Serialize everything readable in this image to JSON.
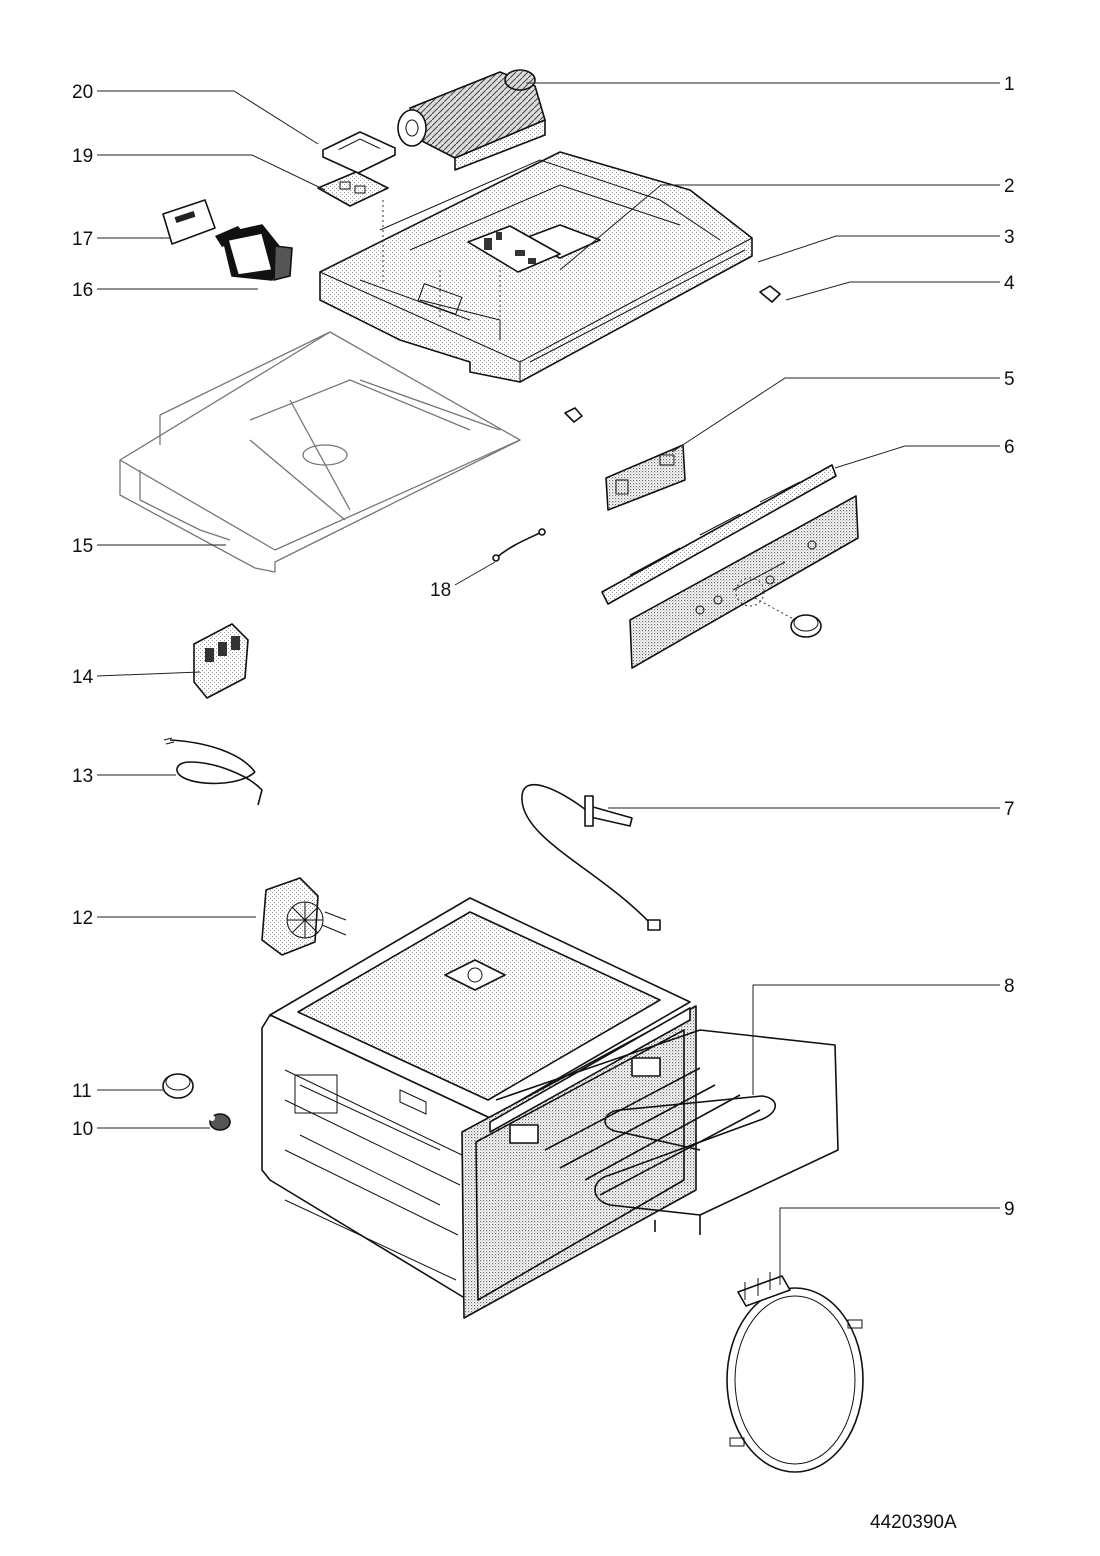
{
  "drawing_code": "4420390A",
  "callouts": [
    {
      "id": "c1",
      "label": "1"
    },
    {
      "id": "c2",
      "label": "2"
    },
    {
      "id": "c3",
      "label": "3"
    },
    {
      "id": "c4",
      "label": "4"
    },
    {
      "id": "c5",
      "label": "5"
    },
    {
      "id": "c6",
      "label": "6"
    },
    {
      "id": "c7",
      "label": "7"
    },
    {
      "id": "c8",
      "label": "8"
    },
    {
      "id": "c9",
      "label": "9"
    },
    {
      "id": "c10",
      "label": "10"
    },
    {
      "id": "c11",
      "label": "11"
    },
    {
      "id": "c12",
      "label": "12"
    },
    {
      "id": "c13",
      "label": "13"
    },
    {
      "id": "c14",
      "label": "14"
    },
    {
      "id": "c15",
      "label": "15"
    },
    {
      "id": "c16",
      "label": "16"
    },
    {
      "id": "c17",
      "label": "17"
    },
    {
      "id": "c18",
      "label": "18"
    },
    {
      "id": "c19",
      "label": "19"
    },
    {
      "id": "c20",
      "label": "20"
    }
  ]
}
